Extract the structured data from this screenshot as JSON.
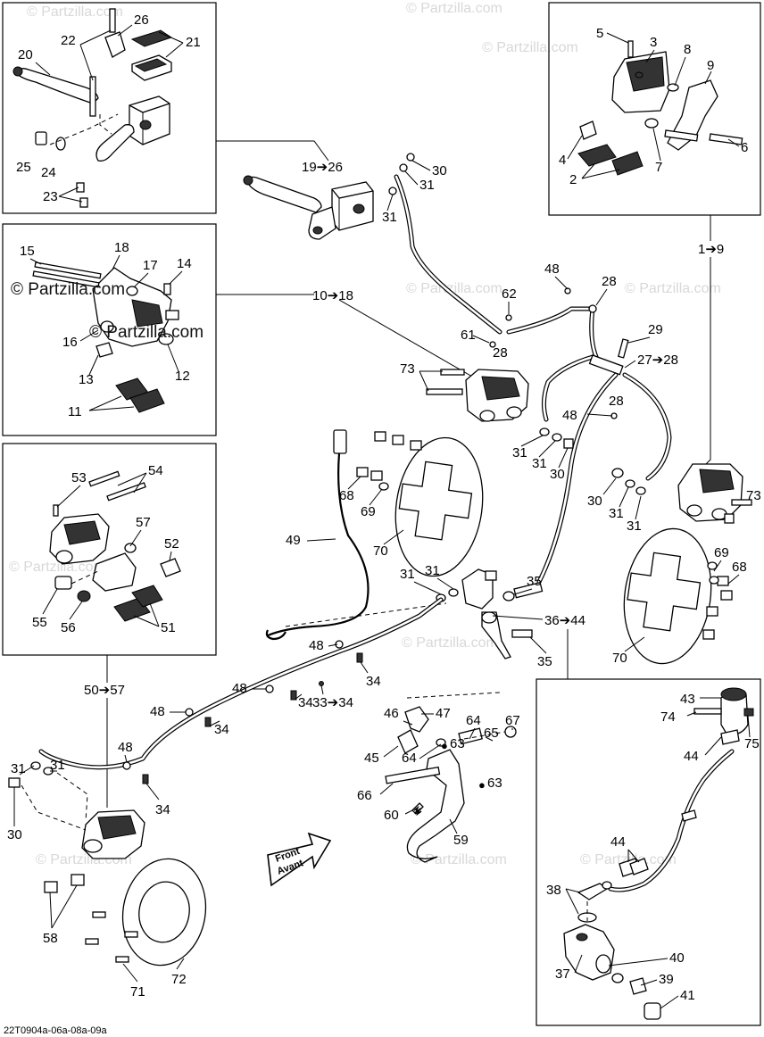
{
  "watermarks": {
    "main": "© Partzilla.com",
    "faint": "© Partzilla.com"
  },
  "diagram_code": "22T0904a-06a-08a-09a",
  "front_arrow": {
    "line1": "Front",
    "line2": "Avant"
  },
  "labels": {
    "p2": "2",
    "p3": "3",
    "p4": "4",
    "p5": "5",
    "p6": "6",
    "p7": "7",
    "p8": "8",
    "p9": "9",
    "p11": "11",
    "p12": "12",
    "p13": "13",
    "p14": "14",
    "p15": "15",
    "p16": "16",
    "p17": "17",
    "p18": "18",
    "p20": "20",
    "p21": "21",
    "p22": "22",
    "p23": "23",
    "p24": "24",
    "p25": "25",
    "p26": "26",
    "p28a": "28",
    "p28b": "28",
    "p28c": "28",
    "p29": "29",
    "p30a": "30",
    "p30b": "30",
    "p30c": "30",
    "p30d": "30",
    "p31a": "31",
    "p31b": "31",
    "p31c": "31",
    "p31d": "31",
    "p31e": "31",
    "p31f": "31",
    "p31g": "31",
    "p31h": "31",
    "p31i": "31",
    "p31j": "31",
    "p34a": "34",
    "p34b": "34",
    "p34c": "34",
    "p34d": "34",
    "p35a": "35",
    "p35b": "35",
    "p37": "37",
    "p38": "38",
    "p39": "39",
    "p40": "40",
    "p41": "41",
    "p43": "43",
    "p44a": "44",
    "p44b": "44",
    "p45": "45",
    "p46": "46",
    "p47": "47",
    "p48a": "48",
    "p48b": "48",
    "p48c": "48",
    "p48d": "48",
    "p48e": "48",
    "p48f": "48",
    "p49": "49",
    "p51": "51",
    "p52": "52",
    "p53": "53",
    "p54": "54",
    "p55": "55",
    "p56": "56",
    "p57": "57",
    "p58": "58",
    "p59": "59",
    "p60": "60",
    "p61": "61",
    "p62": "62",
    "p63a": "63",
    "p63b": "63",
    "p64a": "64",
    "p64b": "64",
    "p65": "65",
    "p66": "66",
    "p67": "67",
    "p68a": "68",
    "p68b": "68",
    "p69a": "69",
    "p69b": "69",
    "p70a": "70",
    "p70b": "70",
    "p71": "71",
    "p72": "72",
    "p73a": "73",
    "p73b": "73",
    "p74": "74",
    "p75": "75"
  },
  "ranges": {
    "r19_26": "19➔26",
    "r10_18": "10➔18",
    "r1_9": "1➔9",
    "r27_28": "27➔28",
    "r33_34": "33➔34",
    "r36_44": "36➔44",
    "r50_57": "50➔57"
  }
}
